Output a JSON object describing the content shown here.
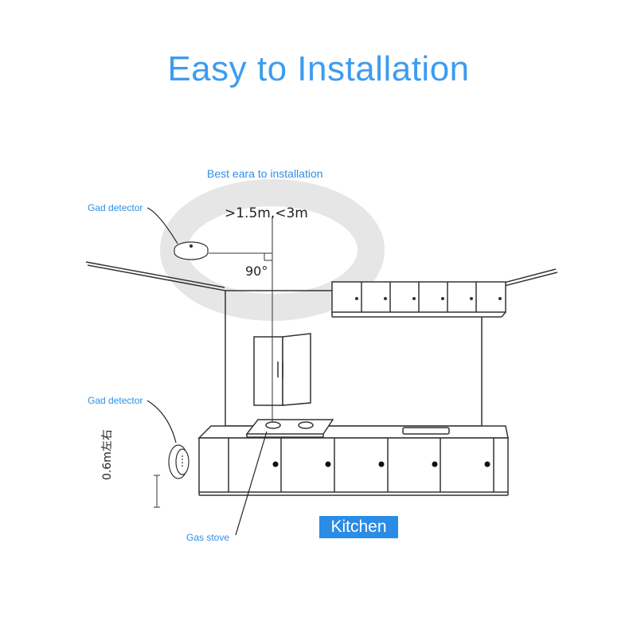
{
  "title": "Easy to Installation",
  "best_area_label": "Best eara to installation",
  "distance_label": ">1.5m,<3m",
  "angle_label": "90°",
  "ceiling_detector_label": "Gad detector",
  "wall_detector_label": "Gad detector",
  "height_label": "0.6m左右",
  "gas_stove_label": "Gas stove",
  "room_label": "Kitchen",
  "colors": {
    "title": "#3d9cf0",
    "label": "#2e8fe8",
    "badge_bg": "#2b8ce6",
    "ring": "#e6e6e6",
    "line": "#333333"
  }
}
